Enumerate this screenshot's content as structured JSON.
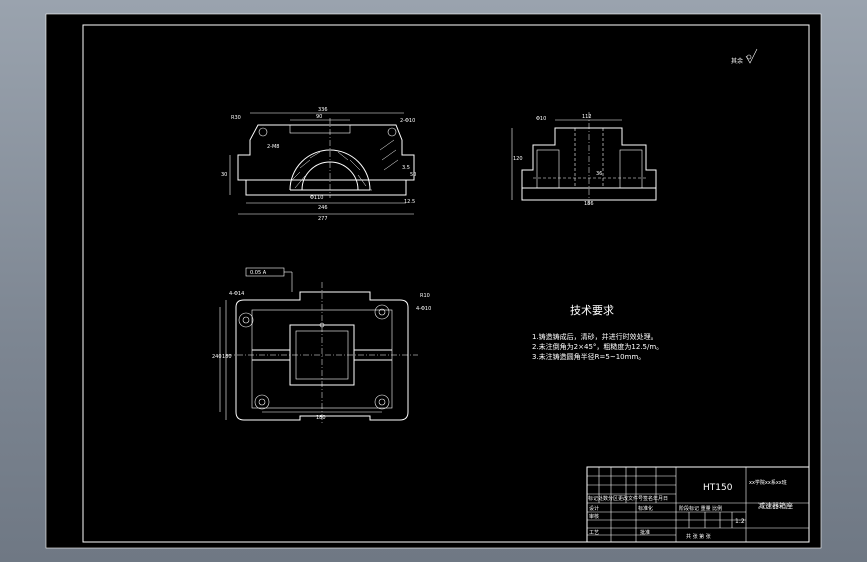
{
  "roughness_note": "其余",
  "tech_requirements": {
    "title": "技术要求",
    "items": [
      "1.铸造铸成后，清砂，并进行时效处理。",
      "2.未注倒角为2×45°，粗糙度为12.5/m。",
      "3.未注铸造圆角半径R=5~10mm。"
    ]
  },
  "title_block": {
    "material": "HT150",
    "school": "xx学院xx系xx班",
    "part_name": "减速器箱座",
    "scale": "1:2",
    "sheet_labels": "共 张 第 张",
    "stage_labels": "阶段标记 重量 比例",
    "rev_labels": "标记处数分区更改文件号签名年月日",
    "role_design": "设计",
    "role_check": "审核",
    "role_process": "工艺",
    "approve": "批准",
    "standardize": "标准化"
  },
  "front_view": {
    "dims": {
      "top_overall": "336",
      "top_inner": "90",
      "left_r": "R30",
      "right_holes": "2-Φ10",
      "bore": "Φ110",
      "bottom_inner": "246",
      "bottom_overall": "277",
      "left_height": "30",
      "right_h1": "3.5",
      "right_h2": "12.5",
      "right_h3": "50",
      "angle_note": "2-M8"
    }
  },
  "side_view": {
    "dims": {
      "top": "112",
      "tl": "Φ10",
      "left_h": "120",
      "mid": "36",
      "bottom": "186"
    }
  },
  "top_view": {
    "dims": {
      "tolerance_box": "0.05 A",
      "left_holes": "4-Φ14",
      "right_r": "R10",
      "right_holes": "4-Φ10",
      "left_h1": "240",
      "left_h2": "180",
      "bottom": "180"
    }
  }
}
